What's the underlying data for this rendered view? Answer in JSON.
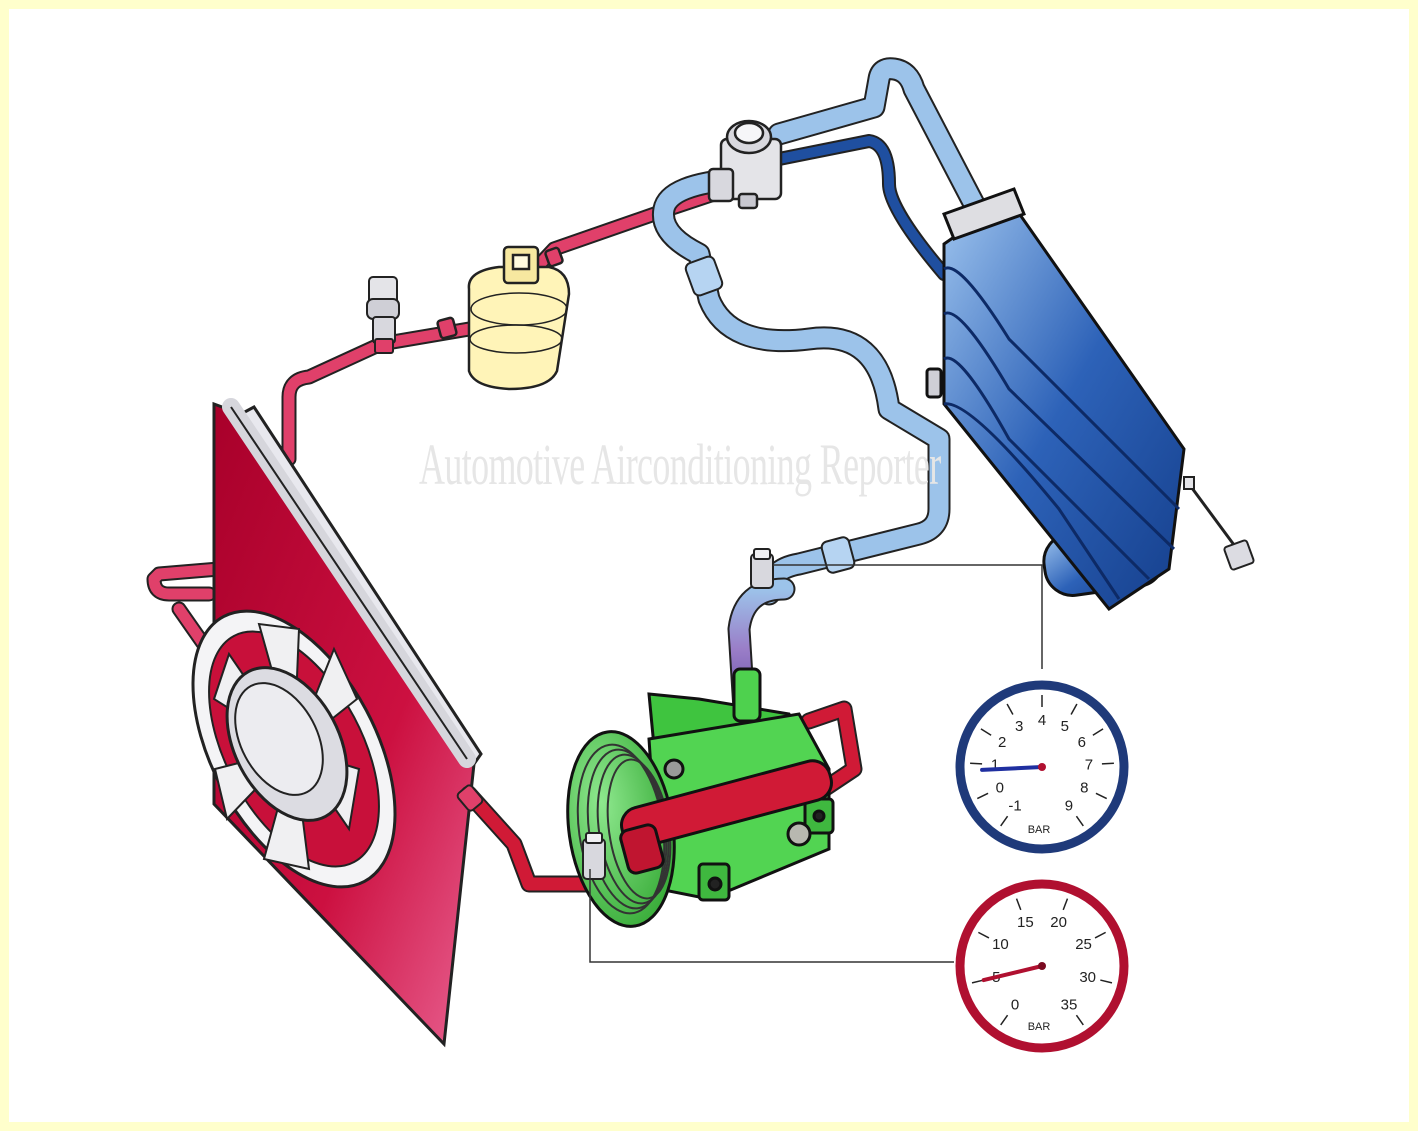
{
  "watermark": {
    "text": "Automotive Airconditioning Reporter"
  },
  "low_pressure_gauge": {
    "unit": "BAR",
    "tick_labels": [
      "-1",
      "0",
      "1",
      "2",
      "3",
      "4",
      "5",
      "6",
      "7",
      "8",
      "9"
    ],
    "reading_bar": 0.8,
    "ring_color": "#1f3a7a",
    "needle_color": "#1f2fa0"
  },
  "high_pressure_gauge": {
    "unit": "BAR",
    "tick_labels": [
      "0",
      "5",
      "10",
      "15",
      "20",
      "25",
      "30",
      "35"
    ],
    "reading_bar": 5,
    "ring_color": "#b01030",
    "needle_color": "#b01030"
  },
  "colors": {
    "high_side": "#e0406a",
    "high_side_liquid": "#d01a36",
    "low_side": "#9cc3ea",
    "low_side_dark": "#1f4fa0",
    "compressor": "#4ed14e",
    "condenser": "#c8103a",
    "evaporator": "#2553a8",
    "receiver_drier": "#fff4b8",
    "suction_transition": "#9a7ec8"
  }
}
